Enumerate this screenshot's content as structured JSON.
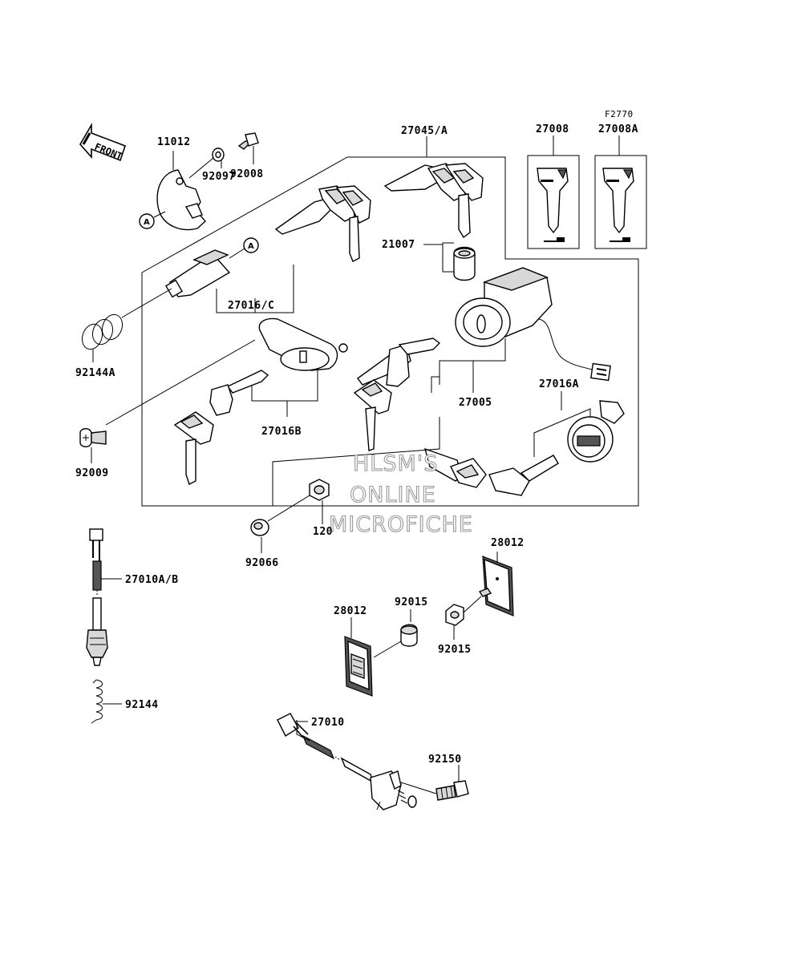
{
  "figure_code": "F2770",
  "front_label": "FRONT",
  "callouts": {
    "a1": "A",
    "a2": "A"
  },
  "watermark": {
    "line1": "HLSM'S",
    "line2": "ONLINE",
    "line3": "MICROFICHE"
  },
  "parts": {
    "p11012": "11012",
    "p92097": "92097",
    "p92008": "92008",
    "p27045A": "27045/A",
    "p27008": "27008",
    "p27008A": "27008A",
    "p21007": "21007",
    "p27016C": "27016/C",
    "p92144A": "92144A",
    "p27016B": "27016B",
    "p27005": "27005",
    "p27016A": "27016A",
    "p92009": "92009",
    "p120": "120",
    "p92066": "92066",
    "p28012a": "28012",
    "p27010AB": "27010A/B",
    "p28012b": "28012",
    "p92015a": "92015",
    "p92015b": "92015",
    "p92144": "92144",
    "p27010": "27010",
    "p92150": "92150"
  },
  "colors": {
    "ink": "#000000",
    "watermark_stroke": "#9a9a9a",
    "background": "#ffffff"
  }
}
